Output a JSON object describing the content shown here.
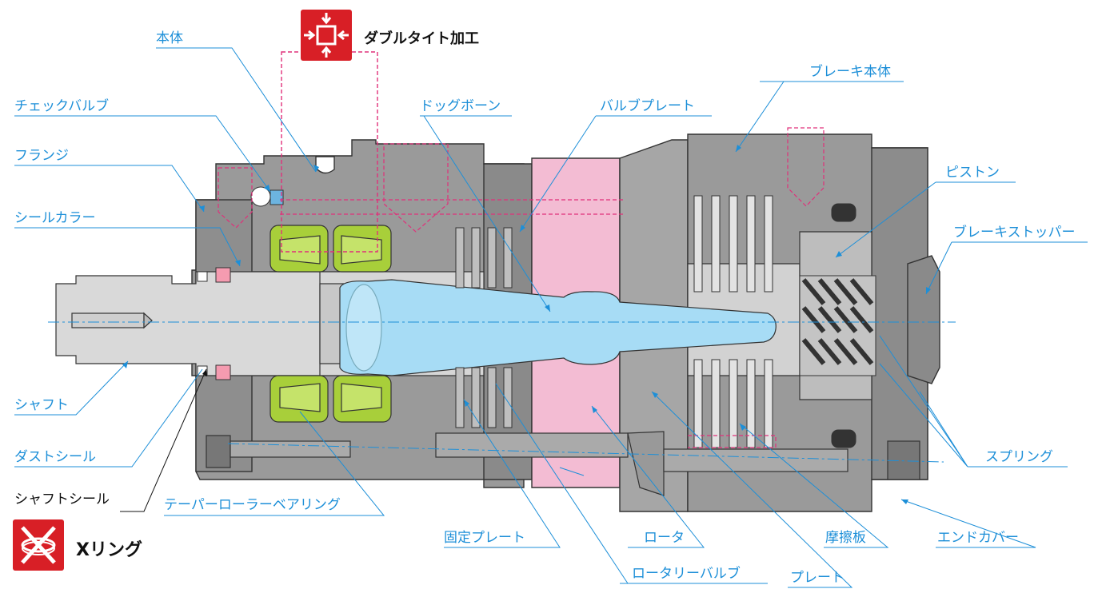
{
  "colors": {
    "leader": "#1d8fd8",
    "body_gray": "#9a9a9a",
    "dark_gray": "#6e6e6e",
    "light_gray": "#cfcfcf",
    "bearing_green": "#a8cf3a",
    "dogbone_blue": "#a7dcf5",
    "valve_pink": "#f3bcd3",
    "hidden_magenta": "#e0307a",
    "icon_red": "#d81f26"
  },
  "icons": {
    "double_tight": "compress-arrows-icon",
    "x_ring": "x-ring-icon"
  },
  "callouts": {
    "double_tight": "ダブルタイト加工",
    "x_ring": "Xリング"
  },
  "labels": {
    "hontai": "本体",
    "check_valve": "チェックバルブ",
    "flange": "フランジ",
    "seal_collar": "シールカラー",
    "shaft": "シャフト",
    "dust_seal": "ダストシール",
    "shaft_seal": "シャフトシール",
    "taper_bearing": "テーパーローラーベアリング",
    "dogbone": "ドッグボーン",
    "valve_plate": "バルブプレート",
    "brake_body": "ブレーキ本体",
    "piston": "ピストン",
    "brake_stopper": "ブレーキストッパー",
    "spring": "スプリング",
    "end_cover": "エンドカバー",
    "friction_plate": "摩擦板",
    "plate": "プレート",
    "rotor": "ロータ",
    "fixed_plate": "固定プレート",
    "rotary_valve": "ロータリーバルブ"
  }
}
